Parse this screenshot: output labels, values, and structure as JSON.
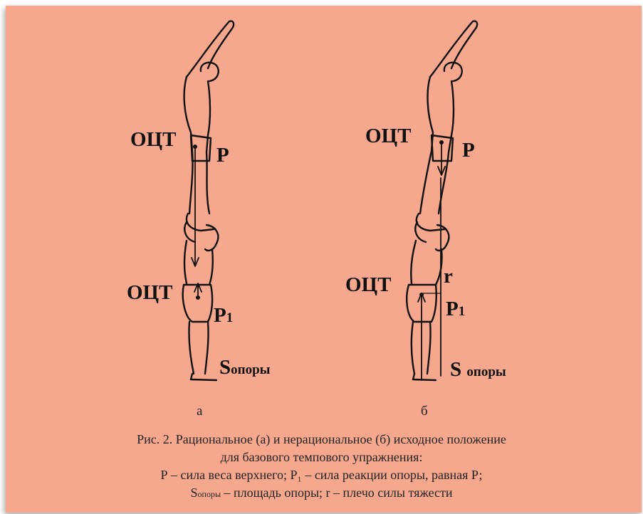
{
  "figure_a": {
    "label_cog_top": "ОЦТ",
    "label_cog_bottom": "ОЦТ",
    "label_p": "Р",
    "label_p1_main": "Р",
    "label_p1_sub": "1",
    "label_s_main": "S",
    "label_s_sub": "опоры",
    "panel_letter": "а"
  },
  "figure_b": {
    "label_cog_top": "ОЦТ",
    "label_cog_bottom": "ОЦТ",
    "label_p": "Р",
    "label_r": "r",
    "label_p1_main": "Р",
    "label_p1_sub": "1",
    "label_s_main": "S",
    "label_s_sub": "опоры",
    "panel_letter": "б"
  },
  "caption": {
    "line1": "Рис. 2. Рациональное (а) и нерациональное (б) исходное положение",
    "line2": "для базового темпового упражнения:",
    "line3": "Р – сила веса верхнего; Р₁ – сила реакции опоры, равная Р;",
    "line4_s": "S",
    "line4_sub": "опоры",
    "line4_rest": " – площадь опоры; r – плечо силы тяжести"
  },
  "colors": {
    "background": "#f5a88e",
    "ink": "#111111"
  }
}
